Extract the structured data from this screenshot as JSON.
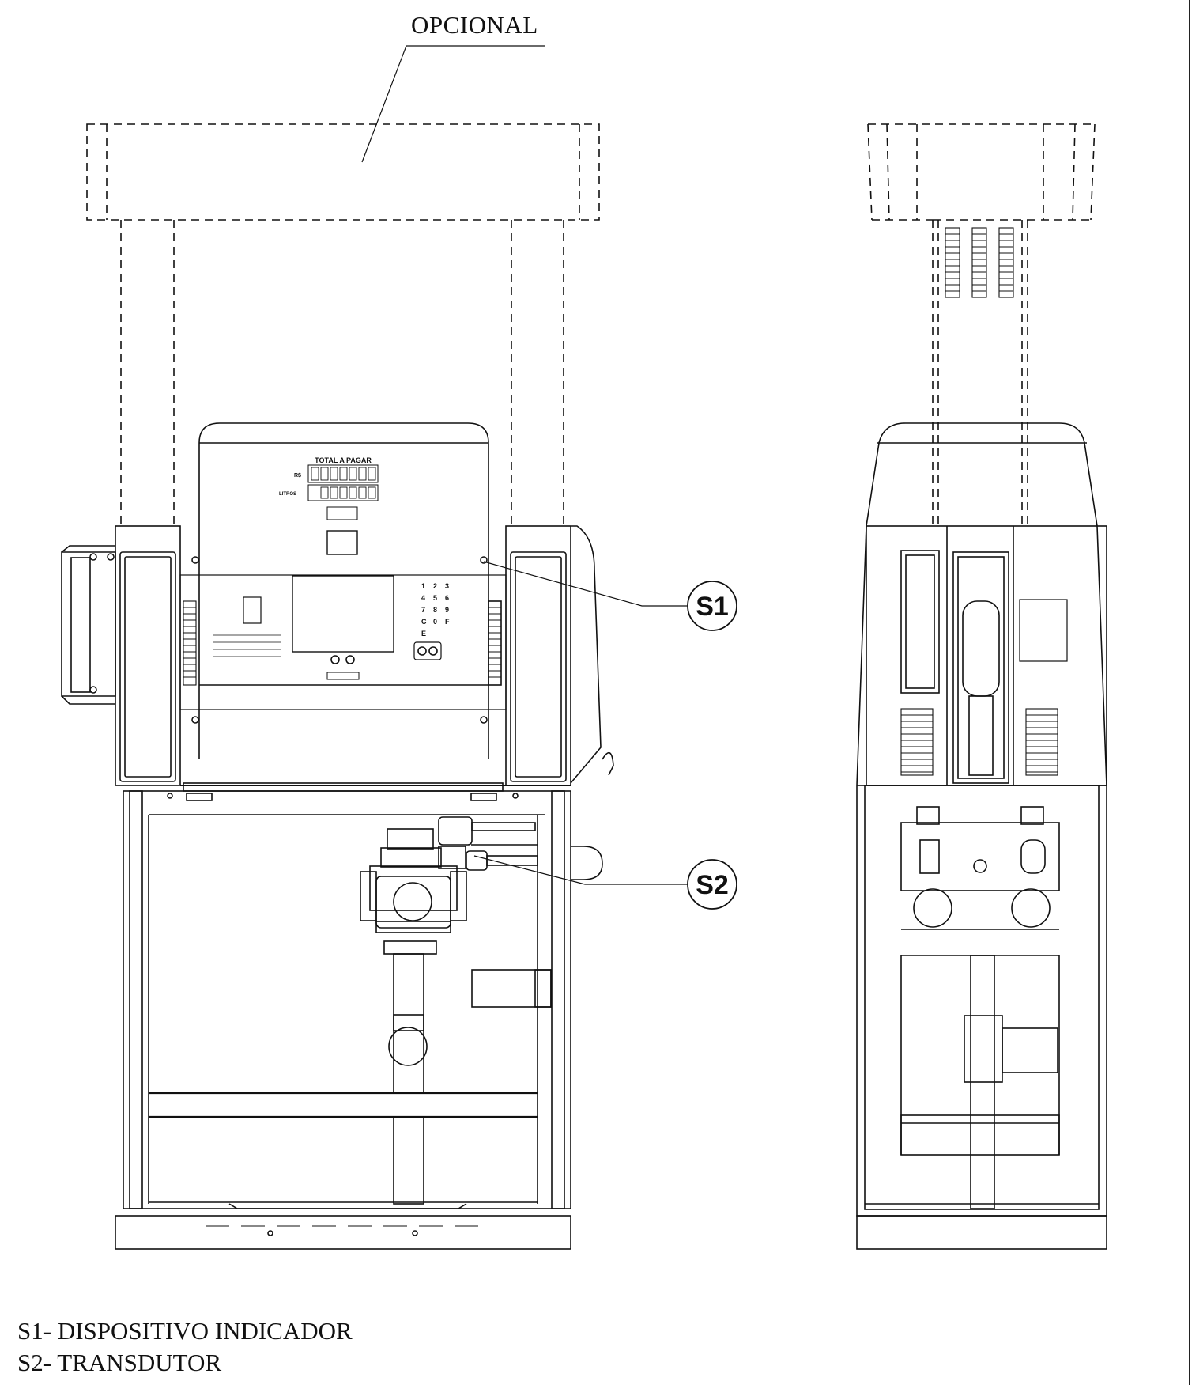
{
  "optional_label": "OPCIONAL",
  "callouts": {
    "s1": "S1",
    "s2": "S2"
  },
  "display": {
    "total_label": "TOTAL A PAGAR",
    "currency_label": "R$",
    "volume_label": "LITROS"
  },
  "legend": {
    "items": [
      {
        "code": "S1-",
        "text": "DISPOSITIVO INDICADOR"
      },
      {
        "code": "S2-",
        "text": "TRANSDUTOR"
      }
    ]
  },
  "keypad": [
    "1",
    "2",
    "3",
    "4",
    "5",
    "6",
    "7",
    "8",
    "9",
    "C",
    "0",
    "F",
    "E"
  ]
}
